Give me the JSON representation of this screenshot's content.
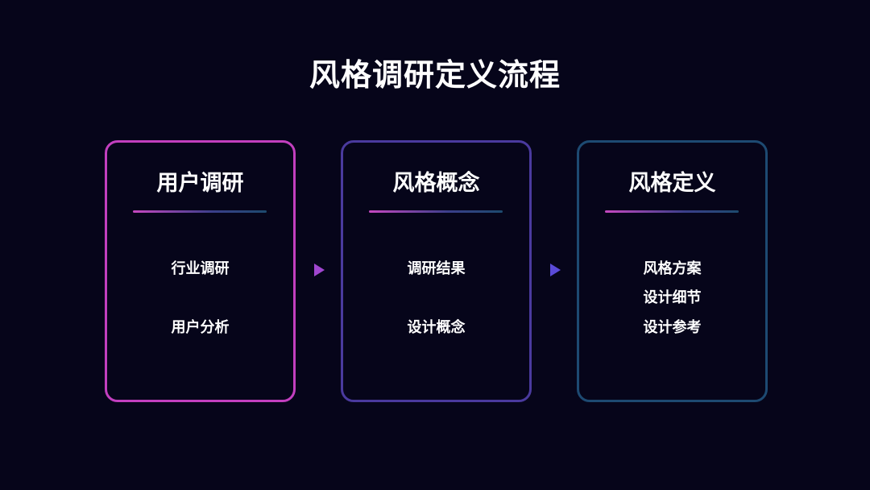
{
  "title": "风格调研定义流程",
  "colors": {
    "background": "#06051a",
    "card1": "#c23fbf",
    "card2": "#4a3a9e",
    "card3": "#1d4a72",
    "arrow1": "#a046d0",
    "arrow2": "#5a4ad8"
  },
  "steps": [
    {
      "heading": "用户调研",
      "items": [
        "行业调研",
        "用户分析"
      ]
    },
    {
      "heading": "风格概念",
      "items": [
        "调研结果",
        "设计概念"
      ]
    },
    {
      "heading": "风格定义",
      "items": [
        "风格方案",
        "设计细节",
        "设计参考"
      ]
    }
  ]
}
